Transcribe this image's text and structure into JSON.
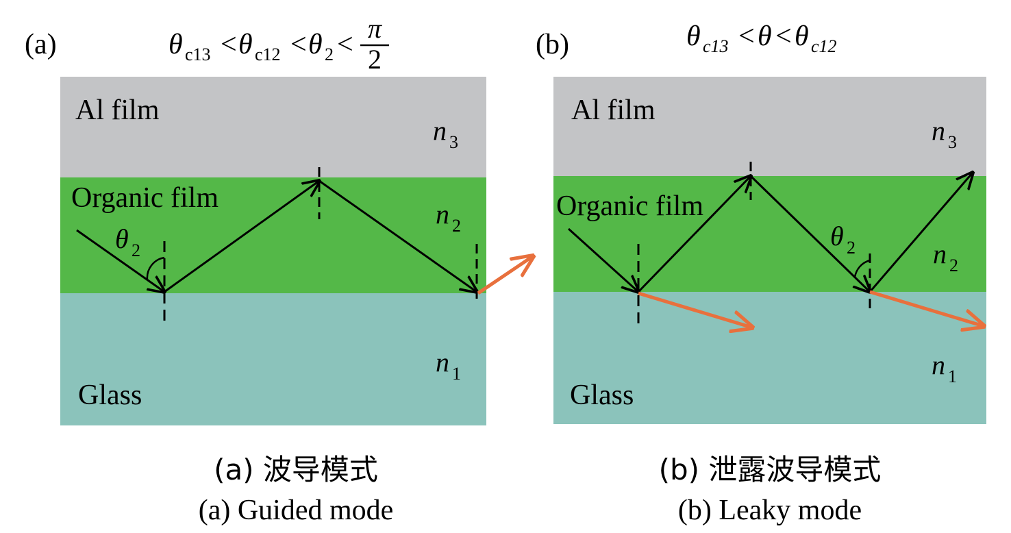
{
  "colors": {
    "aluminum": "#c3c4c6",
    "organic": "#54b848",
    "glass": "#8bc3bb",
    "ray": "#000000",
    "leak": "#e8703d"
  },
  "panel_a": {
    "label": "(a)",
    "condition": {
      "theta1": "θ",
      "sub1": "c13",
      "lt1": "<",
      "theta2": "θ",
      "sub2": "c12",
      "lt2": "<",
      "theta3": "θ",
      "sub3": "2",
      "lt3": "<",
      "frac_num": "π",
      "frac_den": "2"
    },
    "layers": {
      "top": "Al film",
      "middle": "Organic film",
      "bottom": "Glass"
    },
    "indices": {
      "n3": "n",
      "n3_sub": "3",
      "n2": "n",
      "n2_sub": "2",
      "n1": "n",
      "n1_sub": "1"
    },
    "angle_label": "θ",
    "angle_sub": "2",
    "caption_cn": "(a) 波导模式",
    "caption_en": "(a) Guided mode"
  },
  "panel_b": {
    "label": "(b)",
    "condition": {
      "theta1": "θ",
      "sub1": "c13",
      "lt1": "<",
      "theta2": "θ",
      "lt2": "<",
      "theta3": "θ",
      "sub3": "c12"
    },
    "layers": {
      "top": "Al film",
      "middle": "Organic film",
      "bottom": "Glass"
    },
    "indices": {
      "n3": "n",
      "n3_sub": "3",
      "n2": "n",
      "n2_sub": "2",
      "n1": "n",
      "n1_sub": "1"
    },
    "angle_label": "θ",
    "angle_sub": "2",
    "caption_cn": "(b) 泄露波导模式",
    "caption_en": "(b) Leaky mode"
  }
}
